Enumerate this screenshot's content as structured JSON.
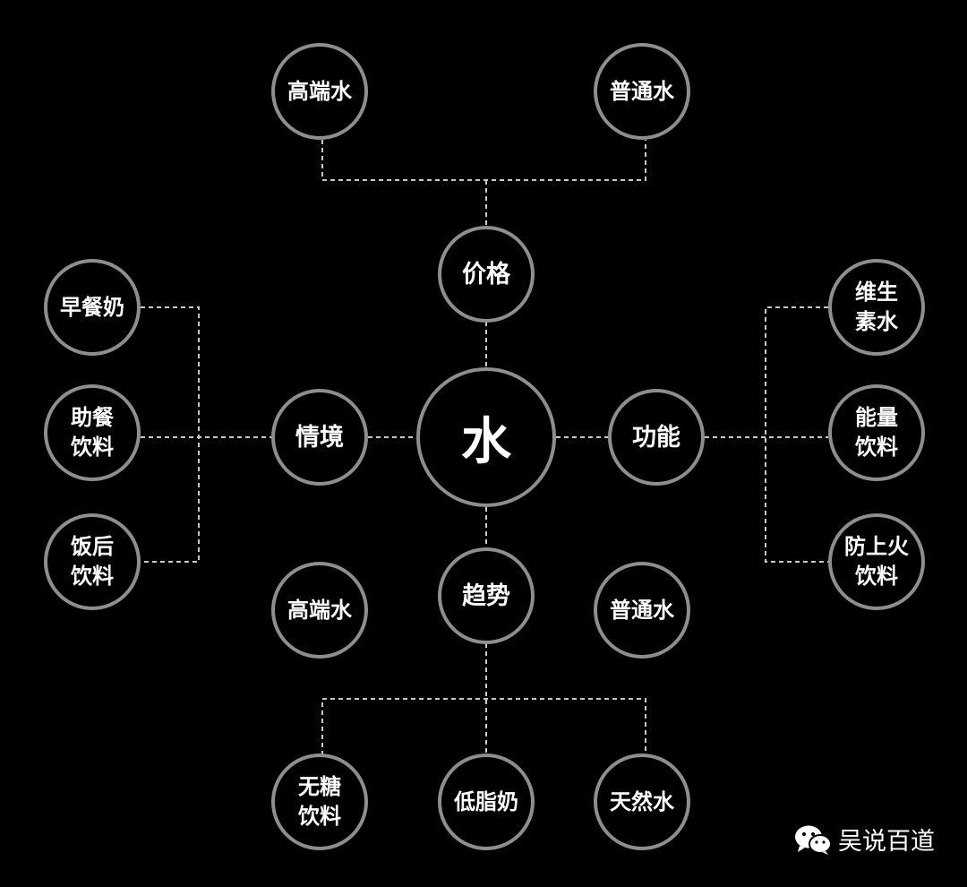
{
  "center": {
    "label": "水"
  },
  "categories": {
    "price": "价格",
    "scenario": "情境",
    "function": "功能",
    "trend": "趋势"
  },
  "price_children": [
    "高端水",
    "普通水"
  ],
  "scenario_children": [
    "早餐奶",
    "助餐\n饮料",
    "饭后\n饮料"
  ],
  "function_children": [
    "维生\n素水",
    "能量\n饮料",
    "防上火\n饮料"
  ],
  "trend_side_nodes": [
    "高端水",
    "普通水"
  ],
  "trend_children": [
    "无糖\n饮料",
    "低脂奶",
    "天然水"
  ],
  "watermark": {
    "text": "吴说百道",
    "icon": "wechat-icon"
  },
  "colors": {
    "background": "#000000",
    "node_border": "#8e8e8e",
    "line": "#c8c8c8",
    "text": "#ffffff"
  }
}
